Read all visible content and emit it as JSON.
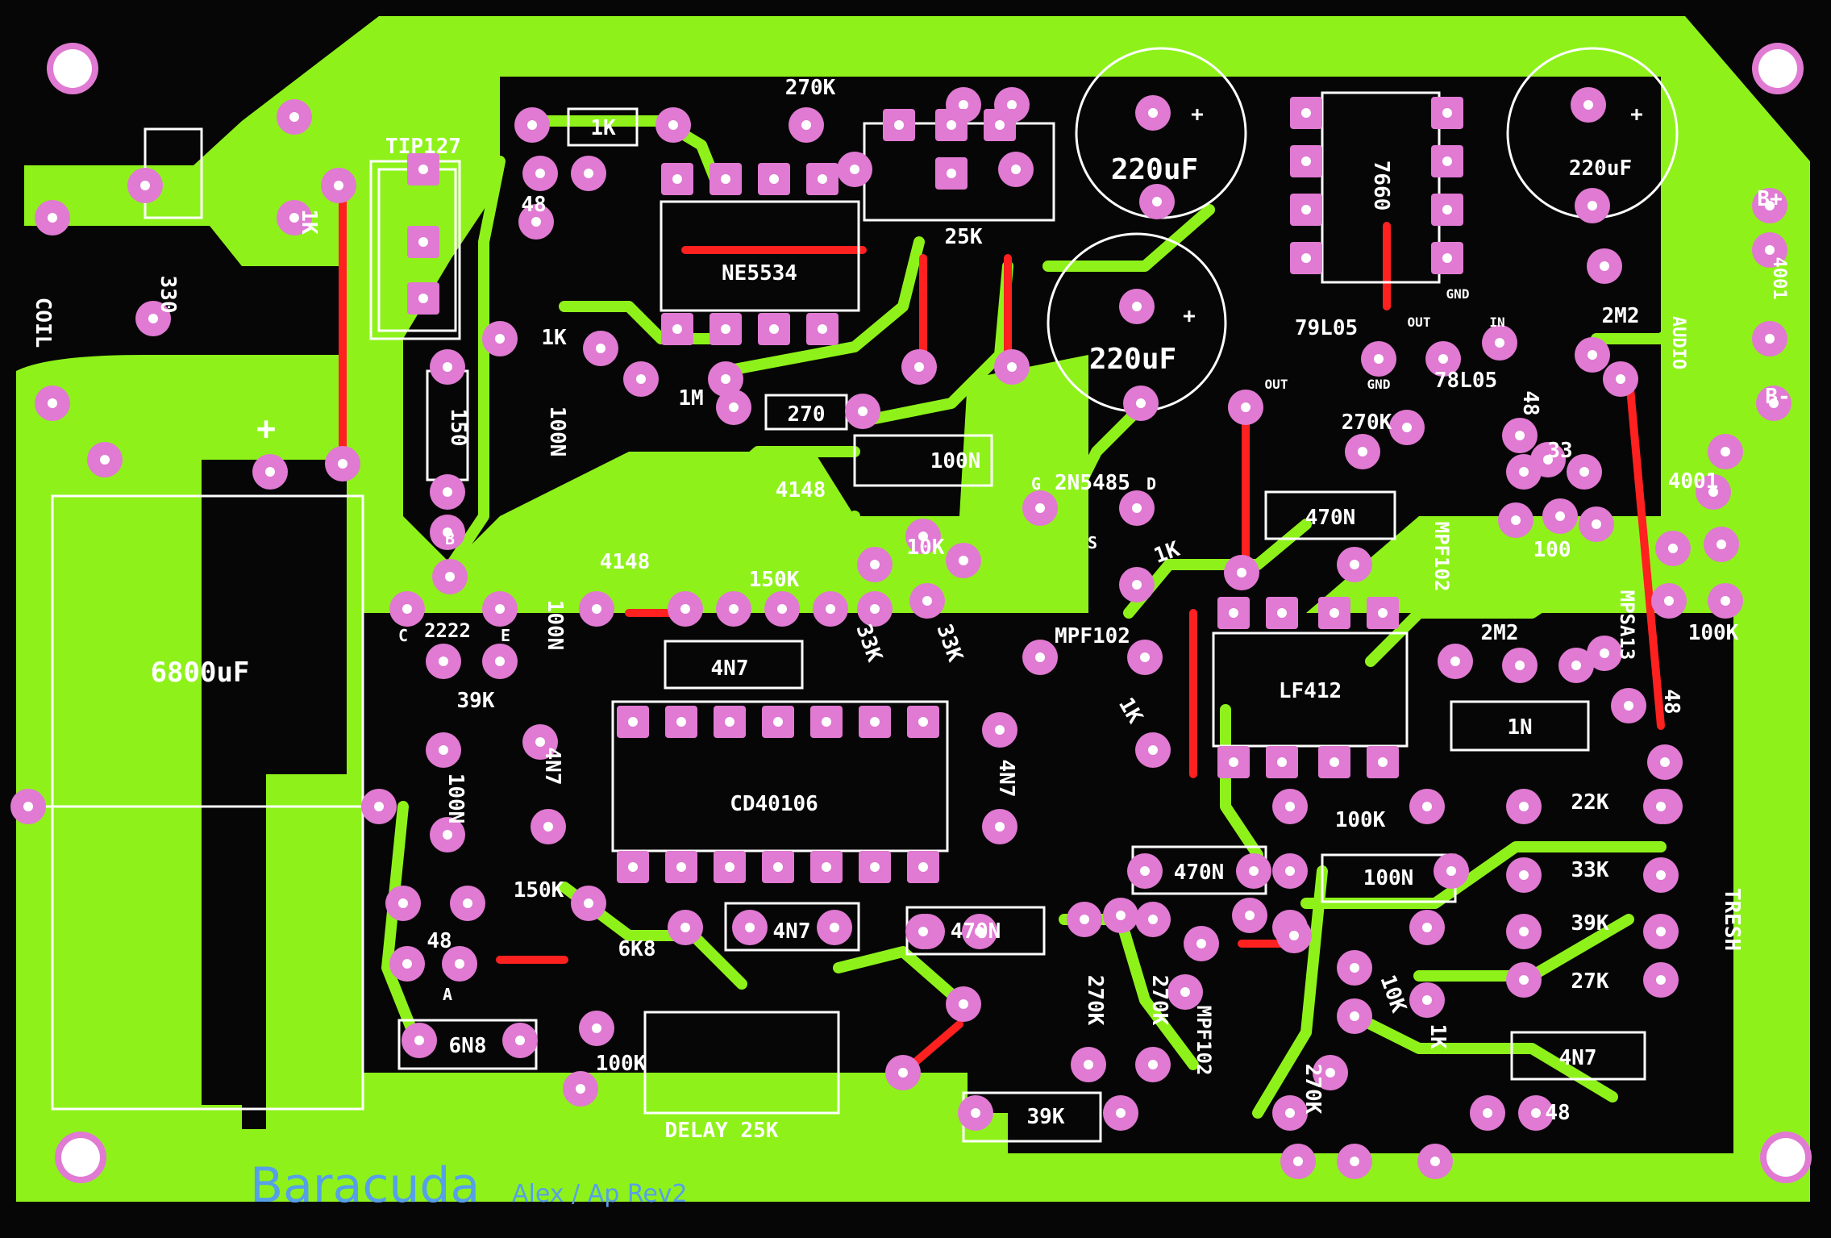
{
  "board": {
    "brand": "Baracuda",
    "credit": "Alex / Ap Rev2"
  },
  "colors": {
    "copper": "#8ef21a",
    "substrate": "#060606",
    "pad": "#e07ad2",
    "pad_hole": "#ffffff",
    "silk": "#ffffff",
    "bridge": "#ff2020"
  },
  "labels": {
    "coil": "COIL",
    "tip127": "TIP127",
    "r1k_left": "1K",
    "r330": "330",
    "r1k_top": "1K",
    "r270k_top": "270K",
    "q48_top": "48",
    "ne5534": "NE5534",
    "r25k": "25K",
    "c220uf_1": "220uF",
    "ic7660": "7660",
    "c220uf_2": "220uF",
    "c220uf_3": "220uF",
    "b_plus": "B+",
    "d4001_top": "4001",
    "audio": "AUDIO",
    "b_minus": "B-",
    "r1k_mid": "1K",
    "r1m": "1M",
    "r270": "270",
    "reg79l05": "79L05",
    "reg78l05": "78L05",
    "r2m2_top": "2M2",
    "r150": "150",
    "c100n_1": "100N",
    "c100n_2": "100N",
    "d4148_1": "4148",
    "d4148_2": "4148",
    "j2n5485": "2N5485",
    "r270k_mid": "270K",
    "c470n_1": "470N",
    "r48_right": "48",
    "r33": "33",
    "jmpf102_r": "MPF102",
    "r100": "100",
    "d4001_mid": "4001",
    "c6800uf": "6800uF",
    "q2222": "2222",
    "c100n_3": "100N",
    "r150k_1": "150K",
    "r10k": "10K",
    "r33k_1": "33K",
    "r33k_2": "33K",
    "r1k_j": "1K",
    "jmpf102_m": "MPF102",
    "r1k_j2": "1K",
    "lf412": "LF412",
    "r2m2_mid": "2M2",
    "qmpsa13": "MPSA13",
    "r100k_r": "100K",
    "r48_r2": "48",
    "c1n": "1N",
    "r39k_1": "39K",
    "c4n7_1": "4N7",
    "c4n7_2": "4N7",
    "c4n7_3": "4N7",
    "cd40106": "CD40106",
    "c100n_4": "100N",
    "r100k_m": "100K",
    "r22k": "22K",
    "r33k_3": "33K",
    "c100n_5": "100N",
    "c470n_2": "470N",
    "r150k_2": "150K",
    "q48_bot": "48",
    "r6k8": "6K8",
    "c4n7_4": "4N7",
    "c470n_3": "470N",
    "r39k_2": "39K",
    "tresh": "TRESH",
    "r27k": "27K",
    "r270k_b1": "270K",
    "r270k_b2": "270K",
    "jmpf102_b": "MPF102",
    "r10k_b": "10K",
    "r1k_b": "1K",
    "c4n7_5": "4N7",
    "c6n8": "6N8",
    "r100k_b": "100K",
    "delay": "DELAY 25K",
    "r270k_b3": "270K",
    "r39k_3": "39K",
    "r48_bot": "48"
  },
  "pins": {
    "b": "B",
    "c": "C",
    "e": "E",
    "g": "G",
    "s": "S",
    "d": "D",
    "a": "A",
    "plus": "+",
    "out": "OUT",
    "in": "IN",
    "gnd": "GND"
  }
}
